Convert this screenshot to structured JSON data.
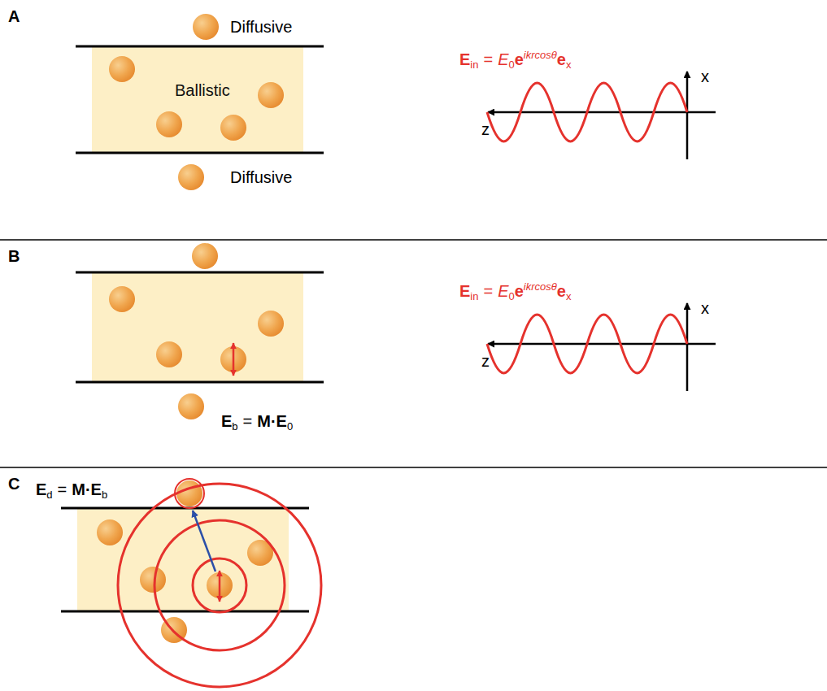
{
  "diagram": {
    "nodes": [
      {
        "text": [
          "Ballistic"
        ]
      }
    ],
    "labels": [
      "A",
      "Diffusive",
      "Diffusive",
      "E",
      "in",
      "=",
      "E",
      "0",
      "e",
      "ikrcosθ",
      "e",
      "x",
      "x",
      "z",
      "B",
      "E",
      "in",
      "=",
      "E",
      "0",
      "e",
      "ikrcosθ",
      "e",
      "x",
      "x",
      "z",
      "E",
      "b",
      "=",
      "M·E",
      "0",
      "C",
      "E",
      "d",
      "=",
      "M·E",
      "b"
    ]
  }
}
